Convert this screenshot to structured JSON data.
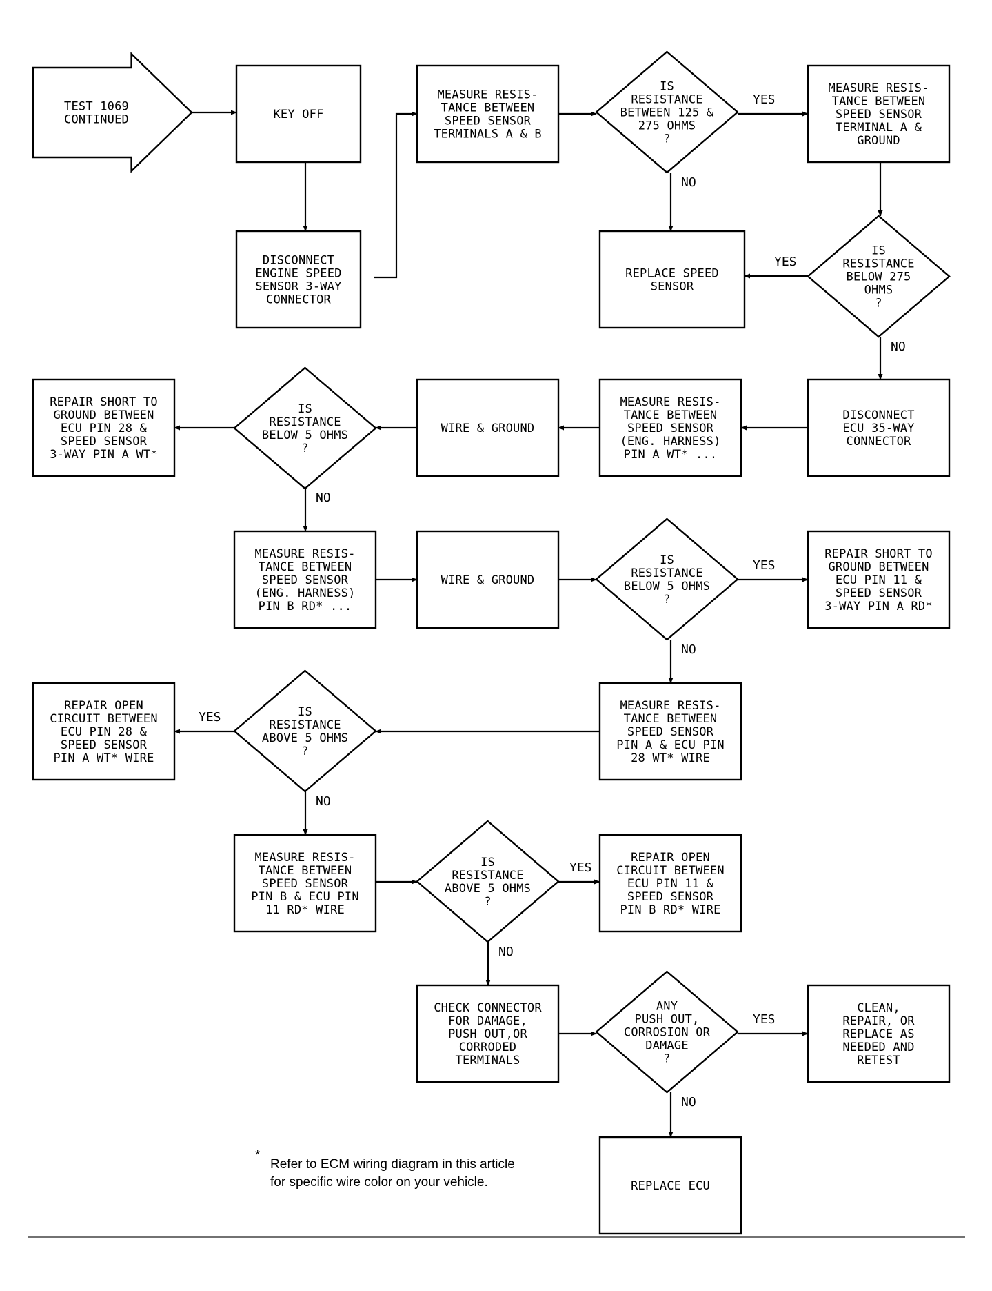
{
  "nodes": [
    {
      "id": "start",
      "kind": "arrow",
      "lines": [
        "TEST 1069",
        "CONTINUED"
      ]
    },
    {
      "id": "key_off",
      "kind": "box",
      "lines": [
        "KEY OFF"
      ]
    },
    {
      "id": "disconnect_sensor",
      "kind": "box",
      "lines": [
        "DISCONNECT",
        "ENGINE SPEED",
        "SENSOR 3-WAY",
        "CONNECTOR"
      ]
    },
    {
      "id": "measure_ab",
      "kind": "box",
      "lines": [
        "MEASURE RESIS-",
        "TANCE BETWEEN",
        "SPEED SENSOR",
        "TERMINALS A & B"
      ]
    },
    {
      "id": "q_125_275",
      "kind": "diamond",
      "lines": [
        "IS",
        "RESISTANCE",
        "BETWEEN 125 &",
        "275 OHMS",
        "?"
      ]
    },
    {
      "id": "measure_a_ground",
      "kind": "box",
      "lines": [
        "MEASURE RESIS-",
        "TANCE BETWEEN",
        "SPEED SENSOR",
        "TERMINAL A &",
        "GROUND"
      ]
    },
    {
      "id": "replace_sensor",
      "kind": "box",
      "lines": [
        "REPLACE SPEED",
        "SENSOR"
      ]
    },
    {
      "id": "q_below_275",
      "kind": "diamond",
      "lines": [
        "IS",
        "RESISTANCE",
        "BELOW 275",
        "OHMS",
        "?"
      ]
    },
    {
      "id": "disconnect_ecu",
      "kind": "box",
      "lines": [
        "DISCONNECT",
        "ECU 35-WAY",
        "CONNECTOR"
      ]
    },
    {
      "id": "measure_pin_a_wt",
      "kind": "box",
      "lines": [
        "MEASURE RESIS-",
        "TANCE BETWEEN",
        "SPEED SENSOR",
        "(ENG. HARNESS)",
        "PIN A WT* ..."
      ]
    },
    {
      "id": "wire_ground_1",
      "kind": "box",
      "lines": [
        "WIRE & GROUND"
      ]
    },
    {
      "id": "q_below_5_a",
      "kind": "diamond",
      "lines": [
        "IS",
        "RESISTANCE",
        "BELOW 5 OHMS",
        "?"
      ]
    },
    {
      "id": "repair_short_28",
      "kind": "box",
      "lines": [
        "REPAIR SHORT TO",
        "GROUND BETWEEN",
        "ECU PIN 28 &",
        "SPEED SENSOR",
        "3-WAY PIN A WT*"
      ]
    },
    {
      "id": "measure_pin_b_rd",
      "kind": "box",
      "lines": [
        "MEASURE RESIS-",
        "TANCE BETWEEN",
        "SPEED SENSOR",
        "(ENG. HARNESS)",
        "PIN B RD* ..."
      ]
    },
    {
      "id": "wire_ground_2",
      "kind": "box",
      "lines": [
        "WIRE & GROUND"
      ]
    },
    {
      "id": "q_below_5_b",
      "kind": "diamond",
      "lines": [
        "IS",
        "RESISTANCE",
        "BELOW 5 OHMS",
        "?"
      ]
    },
    {
      "id": "repair_short_11",
      "kind": "box",
      "lines": [
        "REPAIR SHORT TO",
        "GROUND BETWEEN",
        "ECU PIN 11 &",
        "SPEED SENSOR",
        "3-WAY PIN A RD*"
      ]
    },
    {
      "id": "measure_a_28",
      "kind": "box",
      "lines": [
        "MEASURE RESIS-",
        "TANCE BETWEEN",
        "SPEED SENSOR",
        "PIN A & ECU PIN",
        "28 WT* WIRE"
      ]
    },
    {
      "id": "q_above_5_a",
      "kind": "diamond",
      "lines": [
        "IS",
        "RESISTANCE",
        "ABOVE 5 OHMS",
        "?"
      ]
    },
    {
      "id": "repair_open_28",
      "kind": "box",
      "lines": [
        "REPAIR OPEN",
        "CIRCUIT BETWEEN",
        "ECU PIN 28 &",
        "SPEED SENSOR",
        "PIN A WT* WIRE"
      ]
    },
    {
      "id": "measure_b_11",
      "kind": "box",
      "lines": [
        "MEASURE RESIS-",
        "TANCE BETWEEN",
        "SPEED SENSOR",
        "PIN B & ECU PIN",
        "11 RD* WIRE"
      ]
    },
    {
      "id": "q_above_5_b",
      "kind": "diamond",
      "lines": [
        "IS",
        "RESISTANCE",
        "ABOVE 5 OHMS",
        "?"
      ]
    },
    {
      "id": "repair_open_11",
      "kind": "box",
      "lines": [
        "REPAIR OPEN",
        "CIRCUIT BETWEEN",
        "ECU PIN 11 &",
        "SPEED SENSOR",
        "PIN B RD* WIRE"
      ]
    },
    {
      "id": "check_connector",
      "kind": "box",
      "lines": [
        "CHECK CONNECTOR",
        "FOR DAMAGE,",
        "PUSH OUT,OR",
        "CORRODED",
        "TERMINALS"
      ]
    },
    {
      "id": "q_damage",
      "kind": "diamond",
      "lines": [
        "ANY",
        "PUSH OUT,",
        "CORROSION OR",
        "DAMAGE",
        "?"
      ]
    },
    {
      "id": "clean_repair",
      "kind": "box",
      "lines": [
        "CLEAN,",
        "REPAIR, OR",
        "REPLACE AS",
        "NEEDED AND",
        "RETEST"
      ]
    },
    {
      "id": "replace_ecu",
      "kind": "box",
      "lines": [
        "REPLACE ECU"
      ]
    }
  ],
  "edges": [
    {
      "from": "start",
      "to": "key_off",
      "label": ""
    },
    {
      "from": "key_off",
      "to": "disconnect_sensor",
      "label": ""
    },
    {
      "from": "disconnect_sensor",
      "to": "measure_ab",
      "label": ""
    },
    {
      "from": "measure_ab",
      "to": "q_125_275",
      "label": ""
    },
    {
      "from": "q_125_275",
      "to": "measure_a_ground",
      "label": "YES"
    },
    {
      "from": "q_125_275",
      "to": "replace_sensor",
      "label": "NO"
    },
    {
      "from": "measure_a_ground",
      "to": "q_below_275",
      "label": ""
    },
    {
      "from": "q_below_275",
      "to": "replace_sensor",
      "label": "YES"
    },
    {
      "from": "q_below_275",
      "to": "disconnect_ecu",
      "label": "NO"
    },
    {
      "from": "disconnect_ecu",
      "to": "measure_pin_a_wt",
      "label": ""
    },
    {
      "from": "measure_pin_a_wt",
      "to": "wire_ground_1",
      "label": ""
    },
    {
      "from": "wire_ground_1",
      "to": "q_below_5_a",
      "label": ""
    },
    {
      "from": "q_below_5_a",
      "to": "repair_short_28",
      "label": ""
    },
    {
      "from": "q_below_5_a",
      "to": "measure_pin_b_rd",
      "label": "NO"
    },
    {
      "from": "measure_pin_b_rd",
      "to": "wire_ground_2",
      "label": ""
    },
    {
      "from": "wire_ground_2",
      "to": "q_below_5_b",
      "label": ""
    },
    {
      "from": "q_below_5_b",
      "to": "repair_short_11",
      "label": "YES"
    },
    {
      "from": "q_below_5_b",
      "to": "measure_a_28",
      "label": "NO"
    },
    {
      "from": "measure_a_28",
      "to": "q_above_5_a",
      "label": ""
    },
    {
      "from": "q_above_5_a",
      "to": "repair_open_28",
      "label": "YES"
    },
    {
      "from": "q_above_5_a",
      "to": "measure_b_11",
      "label": "NO"
    },
    {
      "from": "measure_b_11",
      "to": "q_above_5_b",
      "label": ""
    },
    {
      "from": "q_above_5_b",
      "to": "repair_open_11",
      "label": "YES"
    },
    {
      "from": "q_above_5_b",
      "to": "check_connector",
      "label": "NO"
    },
    {
      "from": "check_connector",
      "to": "q_damage",
      "label": ""
    },
    {
      "from": "q_damage",
      "to": "clean_repair",
      "label": "YES"
    },
    {
      "from": "q_damage",
      "to": "replace_ecu",
      "label": "NO"
    }
  ],
  "footnote": {
    "marker": "*",
    "lines": [
      "Refer to ECM wiring diagram in this article",
      "for specific wire color on your vehicle."
    ]
  }
}
